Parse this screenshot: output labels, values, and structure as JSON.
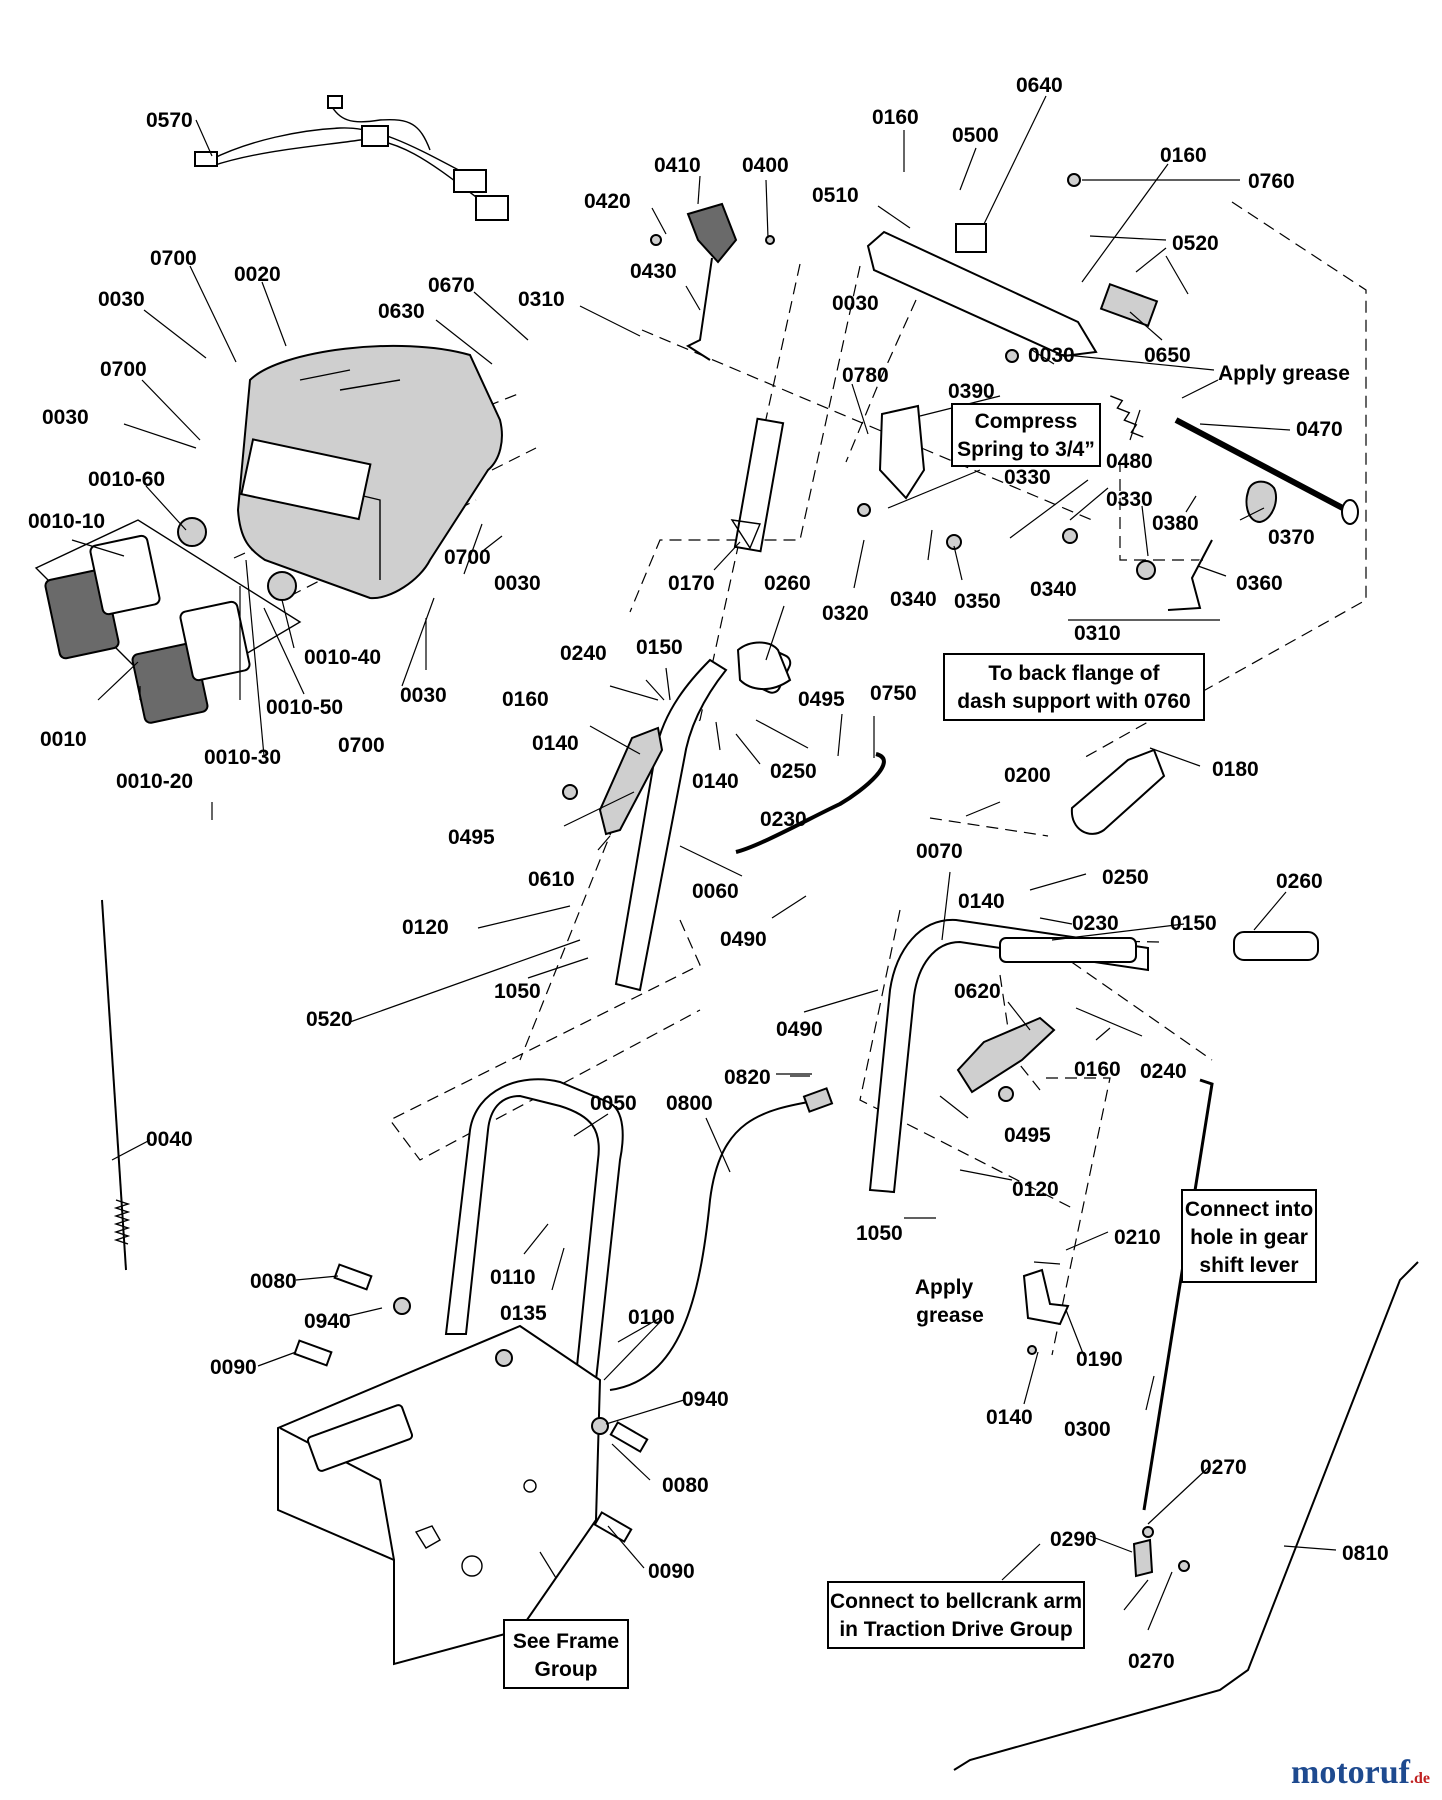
{
  "diagram": {
    "labels": [
      "0570",
      "0700",
      "0020",
      "0030",
      "0670",
      "0630",
      "0310",
      "0420",
      "0410",
      "0400",
      "0430",
      "0160",
      "0500",
      "0640",
      "0510",
      "0760",
      "0520",
      "0650",
      "0470",
      "0480",
      "0390",
      "0780",
      "0330",
      "0380",
      "0370",
      "0360",
      "0340",
      "0350",
      "0320",
      "0170",
      "0260",
      "0240",
      "0150",
      "0140",
      "0250",
      "0230",
      "0495",
      "0750",
      "0610",
      "0060",
      "0490",
      "0120",
      "1050",
      "0200",
      "0180",
      "0070",
      "0620",
      "0010",
      "0010-10",
      "0010-20",
      "0010-30",
      "0010-40",
      "0010-50",
      "0010-60",
      "0040",
      "0050",
      "0800",
      "0820",
      "0110",
      "0135",
      "0100",
      "0080",
      "0940",
      "0090",
      "0210",
      "0190",
      "0300",
      "0270",
      "0290",
      "0810"
    ],
    "notes": {
      "apply_grease_top": "Apply grease",
      "compress_spring_1": "Compress",
      "compress_spring_2": "Spring to 3/4”",
      "back_flange_1": "To back flange of",
      "back_flange_2": "dash support with 0760",
      "connect_shift_1": "Connect into",
      "connect_shift_2": "hole in gear",
      "connect_shift_3": "shift lever",
      "apply_grease_bottom_1": "Apply",
      "apply_grease_bottom_2": "grease",
      "bellcrank_1": "Connect to bellcrank arm",
      "bellcrank_2": "in Traction Drive Group",
      "frame_group_1": "See Frame",
      "frame_group_2": "Group"
    }
  },
  "watermark": {
    "brand": "motoruf",
    "suffix": ".de"
  }
}
